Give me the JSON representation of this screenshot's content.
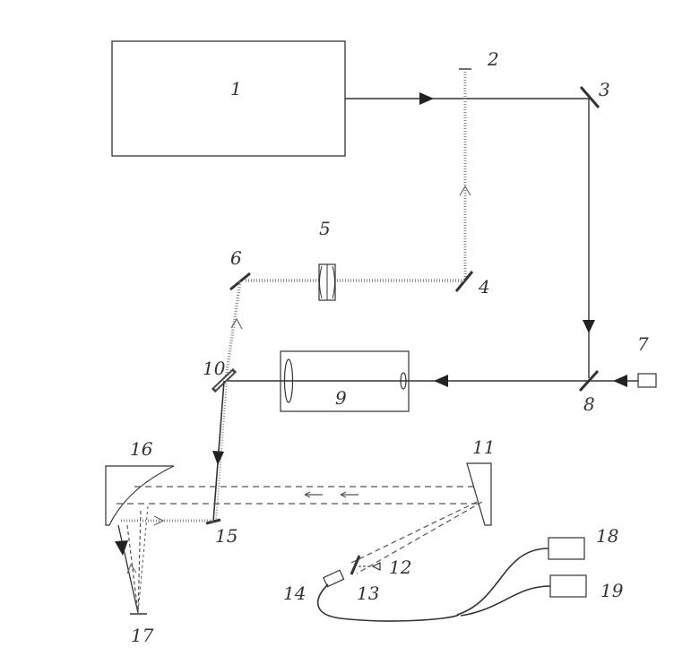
{
  "diagram": {
    "title": "Optical setup schematic",
    "labels": {
      "n1": "1",
      "n2": "2",
      "n3": "3",
      "n4": "4",
      "n5": "5",
      "n6": "6",
      "n7": "7",
      "n8": "8",
      "n9": "9",
      "n10": "10",
      "n11": "11",
      "n12": "12",
      "n13": "13",
      "n14": "14",
      "n15": "15",
      "n16": "16",
      "n17": "17",
      "n18": "18",
      "n19": "19"
    },
    "colors": {
      "line": "#333333",
      "dotted": "#8a8a8a",
      "background": "#ffffff"
    }
  }
}
